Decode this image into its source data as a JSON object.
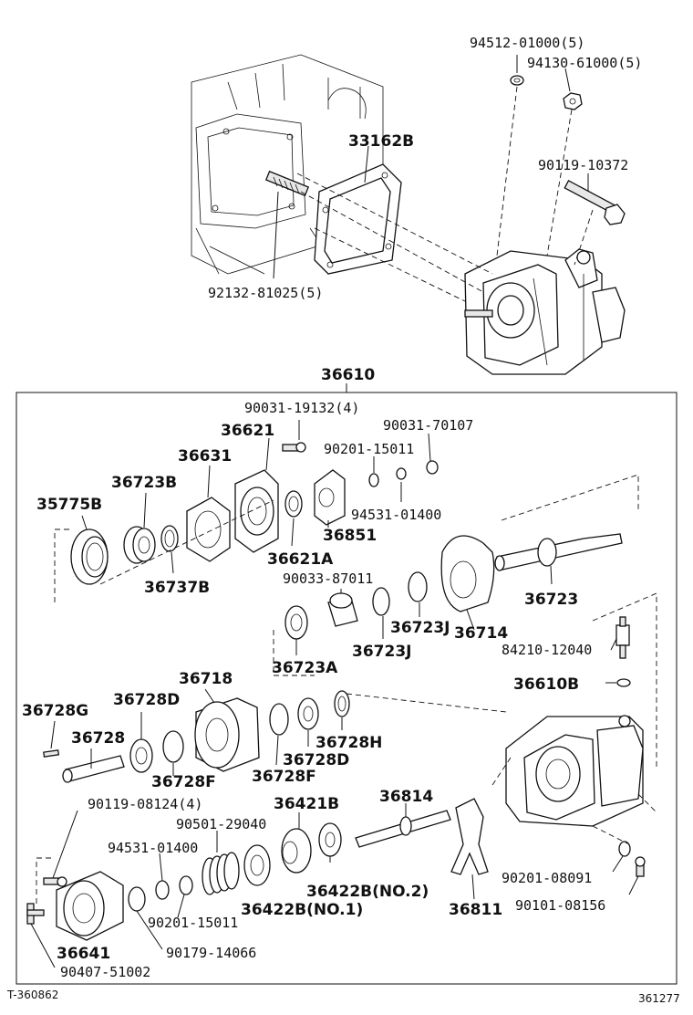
{
  "labels": {
    "p94512": "94512-01000(5)",
    "p94130": "94130-61000(5)",
    "p33162b": "33162B",
    "p90119_10372": "90119-10372",
    "p92132": "92132-81025(5)",
    "p36610": "36610",
    "p90031_19132": "90031-19132(4)",
    "p90031_70107": "90031-70107",
    "p36621": "36621",
    "p90201_15011_top": "90201-15011",
    "p36631": "36631",
    "p36723b": "36723B",
    "p35775b": "35775B",
    "p94531_top": "94531-01400",
    "p36851": "36851",
    "p36621a": "36621A",
    "p36737b": "36737B",
    "p90033": "90033-87011",
    "p36723": "36723",
    "p36723j_1": "36723J",
    "p36714": "36714",
    "p36723j_2": "36723J",
    "p84210": "84210-12040",
    "p36723a": "36723A",
    "p36718": "36718",
    "p36610b": "36610B",
    "p36728g": "36728G",
    "p36728d_1": "36728D",
    "p36728": "36728",
    "p36728h": "36728H",
    "p36728d_2": "36728D",
    "p36728f_1": "36728F",
    "p36728f_2": "36728F",
    "p90119_08124": "90119-08124(4)",
    "p36814": "36814",
    "p36421b": "36421B",
    "p90501": "90501-29040",
    "p94531_bot": "94531-01400",
    "p36422b_no2": "36422B(NO.2)",
    "p90201_08091": "90201-08091",
    "p36422b_no1": "36422B(NO.1)",
    "p36811": "36811",
    "p90101": "90101-08156",
    "p90201_15011_bot": "90201-15011",
    "p36641": "36641",
    "p90179": "90179-14066",
    "p90407": "90407-51002",
    "ref_left": "T-360862",
    "ref_right": "361277"
  }
}
